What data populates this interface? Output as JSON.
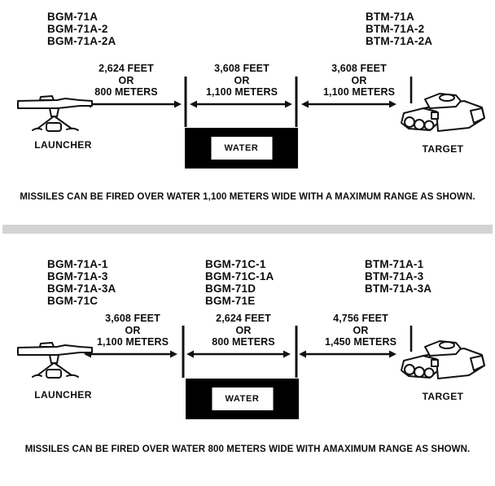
{
  "colors": {
    "ink": "#111111",
    "water_band": "#000000",
    "divider": "#d3d3d3",
    "background": "#ffffff"
  },
  "d1": {
    "left_variants": [
      "BGM-71A",
      "BGM-71A-2",
      "BGM-71A-2A"
    ],
    "right_variants": [
      "BTM-71A",
      "BTM-71A-2",
      "BTM-71A-2A"
    ],
    "dist_left": [
      "2,624 FEET",
      "OR",
      "800 METERS"
    ],
    "dist_mid": [
      "3,608 FEET",
      "OR",
      "1,100 METERS"
    ],
    "dist_right": [
      "3,608 FEET",
      "OR",
      "1,100 METERS"
    ],
    "launcher_label": "LAUNCHER",
    "target_label": "TARGET",
    "water_label": "WATER",
    "caption": "MISSILES CAN BE FIRED OVER WATER 1,100 METERS WIDE WITH A MAXIMUM RANGE AS SHOWN."
  },
  "d2": {
    "left_variants": [
      "BGM-71A-1",
      "BGM-71A-3",
      "BGM-71A-3A",
      "BGM-71C"
    ],
    "mid_variants": [
      "BGM-71C-1",
      "BGM-71C-1A",
      "BGM-71D",
      "BGM-71E"
    ],
    "right_variants": [
      "BTM-71A-1",
      "BTM-71A-3",
      "BTM-71A-3A"
    ],
    "dist_left": [
      "3,608 FEET",
      "OR",
      "1,100 METERS"
    ],
    "dist_mid": [
      "2,624 FEET",
      "OR",
      "800 METERS"
    ],
    "dist_right": [
      "4,756 FEET",
      "OR",
      "1,450 METERS"
    ],
    "launcher_label": "LAUNCHER",
    "target_label": "TARGET",
    "water_label": "WATER",
    "caption": "MISSILES CAN BE FIRED OVER WATER 800 METERS WIDE WITH AMAXIMUM RANGE AS SHOWN."
  }
}
